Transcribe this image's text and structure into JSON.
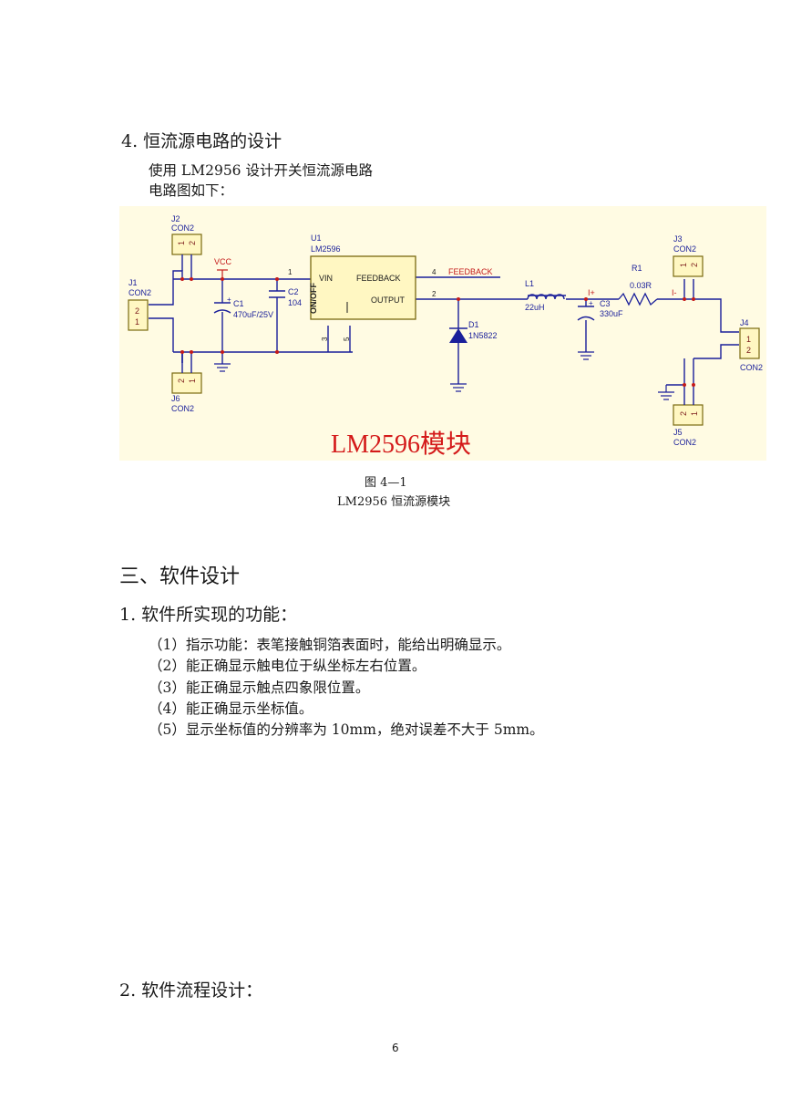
{
  "section4": {
    "heading": "4. 恒流源电路的设计",
    "line1": "使用 LM2956 设计开关恒流源电路",
    "line2": "电路图如下："
  },
  "schematic": {
    "background": "#fffbe3",
    "wire_color": "#1a1f9a",
    "label_color": "#c41a1a",
    "module_title": "LM2596模块",
    "components": {
      "j2": {
        "ref": "J2",
        "type": "CON2",
        "pins": [
          "1",
          "2"
        ]
      },
      "j1": {
        "ref": "J1",
        "type": "CON2",
        "pins": [
          "2",
          "1"
        ]
      },
      "j6": {
        "ref": "J6",
        "type": "CON2",
        "pins": [
          "2",
          "1"
        ]
      },
      "j3": {
        "ref": "J3",
        "type": "CON2",
        "pins": [
          "1",
          "2"
        ]
      },
      "j4": {
        "ref": "J4",
        "type": "CON2",
        "pins": [
          "1",
          "2"
        ]
      },
      "j5": {
        "ref": "J5",
        "type": "CON2",
        "pins": [
          "2",
          "1"
        ]
      },
      "u1": {
        "ref": "U1",
        "type": "LM2596",
        "vin": "VIN",
        "feedback": "FEEDBACK",
        "output": "OUTPUT",
        "onoff": "ON/OFF",
        "pin1": "1",
        "pin4": "4",
        "pin2": "2",
        "pin3": "3",
        "pin5": "5"
      },
      "c1": {
        "ref": "C1",
        "value": "470uF/25V",
        "plus": "+"
      },
      "c2": {
        "ref": "C2",
        "value": "104"
      },
      "l1": {
        "ref": "L1",
        "value": "22uH"
      },
      "c3": {
        "ref": "C3",
        "value": "330uF",
        "plus": "+"
      },
      "r1": {
        "ref": "R1",
        "value": "0.03R"
      },
      "d1": {
        "ref": "D1",
        "value": "1N5822"
      }
    },
    "nets": {
      "vcc": "VCC",
      "feedback": "FEEDBACK",
      "i_plus": "I+",
      "i_minus": "I-"
    }
  },
  "figure": {
    "number": "图 4—1",
    "caption": "LM2956 恒流源模块"
  },
  "section3": {
    "heading": "三、软件设计",
    "sub1": "1. 软件所实现的功能：",
    "items": [
      "（1）指示功能：表笔接触铜箔表面时，能给出明确显示。",
      "（2）能正确显示触电位于纵坐标左右位置。",
      "（3）能正确显示触点四象限位置。",
      "（4）能正确显示坐标值。",
      "（5）显示坐标值的分辨率为 10mm，绝对误差不大于 5mm。"
    ],
    "sub2": "2. 软件流程设计："
  },
  "page_number": "6"
}
